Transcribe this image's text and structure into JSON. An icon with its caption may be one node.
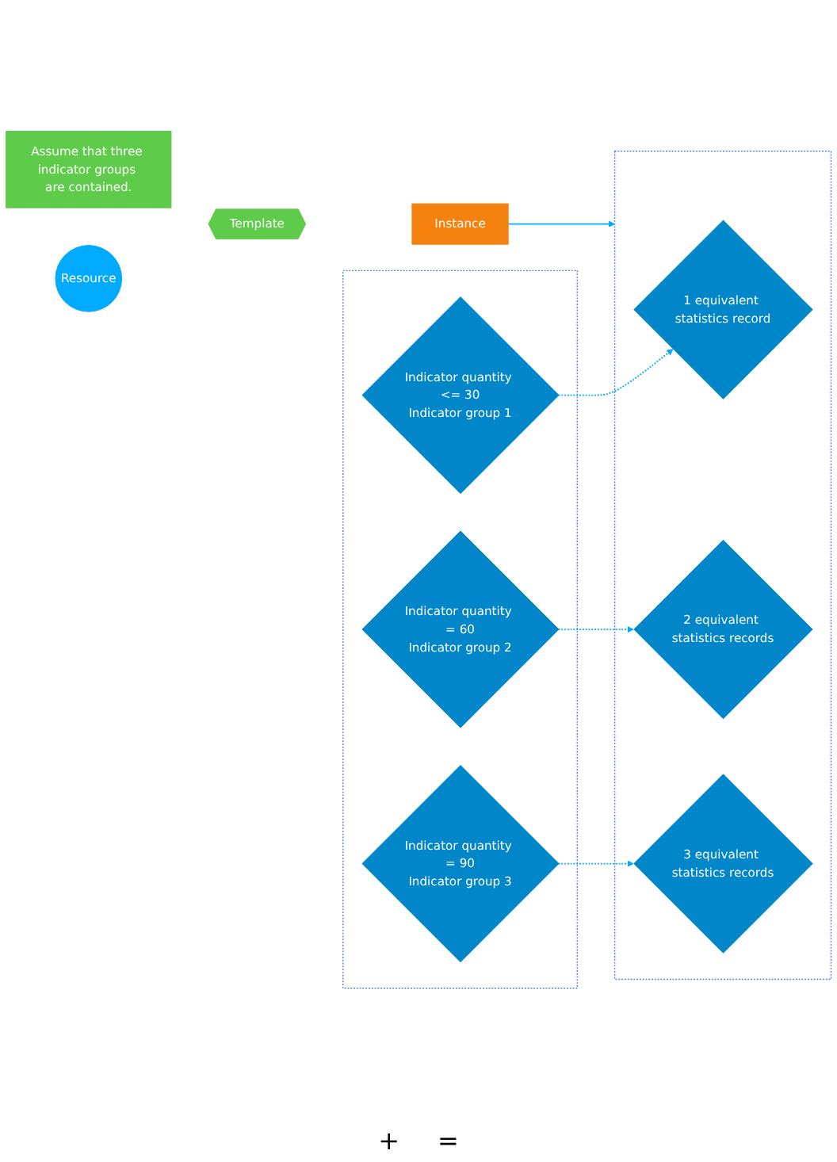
{
  "diagram": {
    "nodes": [
      {
        "text": [
          "Assume that three indicator groups are contained."
        ]
      },
      {
        "text": [
          "Resource"
        ]
      },
      {
        "text": [
          "Template"
        ]
      },
      {
        "text": [
          "Instance"
        ]
      },
      {
        "text": [],
        "shape": "box"
      },
      {
        "text": [
          "Indicator quantity <= 30",
          "Indicator group 1"
        ],
        "in": 4
      },
      {
        "text": [
          "Indicator quantity = 60",
          "Indicator group 2"
        ],
        "in": 4
      },
      {
        "text": [
          "Indicator quantity = 90",
          "Indicator group 3"
        ],
        "in": 4
      },
      {
        "text": [],
        "shape": "box"
      },
      {
        "text": [
          "1 equivalent statistics record"
        ],
        "in": 8
      },
      {
        "text": [
          "2 equivalent statistics records"
        ],
        "in": 8
      },
      {
        "text": [
          "3 equivalent statistics records"
        ],
        "in": 8
      }
    ],
    "edges": [
      {
        "from": 3,
        "to": 8,
        "arrow": "to"
      },
      {
        "from": 5,
        "to": 9,
        "arrow": "to",
        "style": "dashed"
      },
      {
        "from": 6,
        "to": 10,
        "arrow": "to",
        "style": "dashed"
      },
      {
        "from": 7,
        "to": 11,
        "arrow": "to",
        "style": "dashed"
      }
    ],
    "labels": [
      "+",
      "="
    ]
  }
}
